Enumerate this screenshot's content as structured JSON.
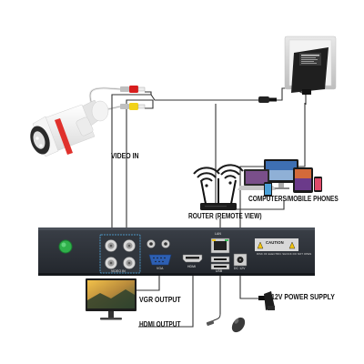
{
  "labels": {
    "video_in": "VIDEO IN",
    "router": "ROUTER (REMOTE VIEW)",
    "computers": "COMPUTERS/MOBILE PHONES",
    "vgr_output": "VGR OUTPUT",
    "hdmi_output": "HDMI OUTPUT",
    "power_supply": "12V POWER SUPPLY"
  },
  "dvr_panel": {
    "video_in_port_label": "VIDEO IN",
    "vga_port_label": "VGA",
    "hdmi_port_label": "HDMI",
    "lan_port_label": "LAN",
    "usb_port_label": "USB",
    "dc_port_label": "DC 12V",
    "caution_title": "CAUTION",
    "caution_text": "RISK OF ELECTRIC SHOCK DO NOT OPEN"
  },
  "colors": {
    "dvr_body": "#2b2f36",
    "cable": "#333333",
    "connector_red": "#d81e1e",
    "connector_yellow": "#f1d21a",
    "camera_red_ring": "#e0312c",
    "wifi_signal": "#1a1a1a"
  },
  "icons": {
    "camera": "bullet-camera-icon",
    "adapter": "power-adapter-icon",
    "router": "wifi-router-icon",
    "devices": "computers-phones-icon",
    "monitor": "monitor-icon",
    "mouse": "usb-mouse-icon",
    "power_plug": "power-plug-icon"
  }
}
